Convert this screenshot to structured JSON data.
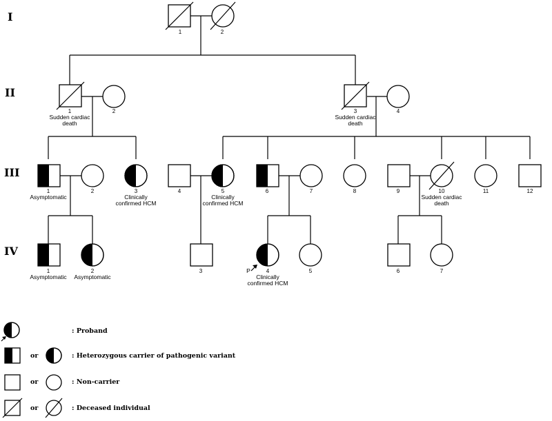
{
  "generations": {
    "g1": "I",
    "g2": "II",
    "g3": "III",
    "g4": "IV"
  },
  "individuals": {
    "I1": "1",
    "I2": "2",
    "II1": "1",
    "II2": "2",
    "II3": "3",
    "II4": "4",
    "III1": "1",
    "III2": "2",
    "III3": "3",
    "III4": "4",
    "III5": "5",
    "III6": "6",
    "III7": "7",
    "III8": "8",
    "III9": "9",
    "III10": "10",
    "III11": "11",
    "III12": "12",
    "IV1": "1",
    "IV2": "2",
    "IV3": "3",
    "IV4": "4",
    "IV5": "5",
    "IV6": "6",
    "IV7": "7"
  },
  "notes": {
    "II1_a": "Sudden cardiac",
    "II1_b": "death",
    "II3_a": "Sudden cardiac",
    "II3_b": "death",
    "III1": "Asymptomatic",
    "III3_a": "Clinically",
    "III3_b": "confirmed HCM",
    "III5_a": "Clinically",
    "III5_b": "confirmed HCM",
    "III10_a": "Sudden cardiac",
    "III10_b": "death",
    "IV1": "Asymptomatic",
    "IV2": "Asymptomatic",
    "IV4_a": "Clinically",
    "IV4_b": "confirmed HCM",
    "proband_marker": "P"
  },
  "legend": {
    "proband": ": Proband",
    "carrier": ": Heterozygous carrier of pathogenic variant",
    "noncarrier": ": Non-carrier",
    "deceased": ": Deceased individual",
    "or1": "or",
    "or2": "or",
    "or3": "or"
  }
}
